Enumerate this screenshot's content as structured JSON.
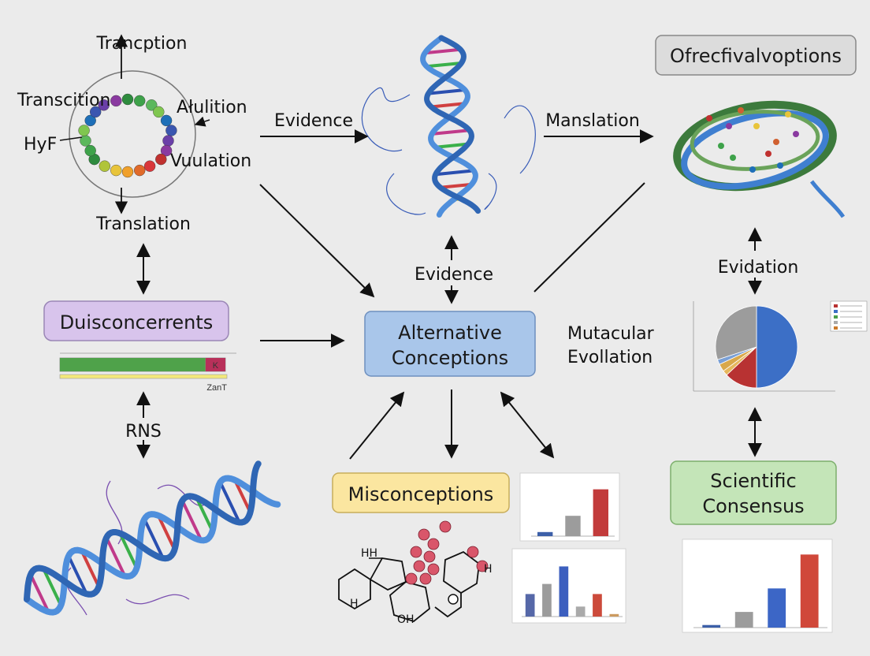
{
  "colors": {
    "background": "#ebebeb",
    "purple_box": "#d8c4ec",
    "blue_box": "#a9c6ea",
    "yellow_box": "#fbe6a0",
    "green_box": "#c4e5b8",
    "helix_blue": "#3f7fd0"
  },
  "top_left": {
    "label_top": "Trancption",
    "label_left": "Transcition",
    "label_right": "Ałulition",
    "label_hyf": "HyF",
    "label_vuulation": "Vuulation",
    "label_bottom": "Translation"
  },
  "arrows": {
    "evidence_top": "Evidence",
    "manslation": "Manslation",
    "evidence_center": "Evidence",
    "evidation": "Evidation",
    "rns": "RNS"
  },
  "boxes": {
    "duisconcerrents": "Duisconcerrents",
    "alternative_line1": "Alternative",
    "alternative_line2": "Conceptions",
    "misconceptions": "Misconceptions",
    "scientific_line1": "Scientific",
    "scientific_line2": "Consensus",
    "ofrecti": "Ofrecfivalvoptions"
  },
  "mutacular": {
    "line1": "Mutacular",
    "line2": "Evollation"
  },
  "progress_bar": {
    "green_fraction": 0.88,
    "red_label": "K",
    "caption": "ZanT"
  },
  "molecule_labels": {
    "h1": "HH",
    "h2": "H",
    "h3": "OH",
    "h4": "H"
  },
  "chart_data": [
    {
      "type": "pie",
      "slices": [
        {
          "value": 50,
          "color": "#3c6fc6"
        },
        {
          "value": 13,
          "color": "#b83232"
        },
        {
          "value": 2,
          "color": "#e6b75c"
        },
        {
          "value": 3,
          "color": "#d9a84a"
        },
        {
          "value": 2,
          "color": "#7aa0d6"
        },
        {
          "value": 30,
          "color": "#9c9c9c"
        }
      ],
      "legend_colors": [
        "#b83232",
        "#3c6fc6",
        "#4a9e4a",
        "#aaaaaa",
        "#cc7a2a"
      ]
    },
    {
      "type": "bar",
      "values": [
        2,
        10,
        23
      ],
      "colors": [
        "#3c5fa8",
        "#9c9c9c",
        "#c23b3b"
      ]
    },
    {
      "type": "bar",
      "values": [
        9,
        13,
        20,
        4,
        9,
        1
      ],
      "colors": [
        "#5668a8",
        "#9c9c9c",
        "#3c5fbf",
        "#aaaaaa",
        "#cc4a3b",
        "#cc9a60"
      ]
    },
    {
      "type": "bar",
      "values": [
        1,
        6,
        15,
        28
      ],
      "colors": [
        "#3c5fa8",
        "#9c9c9c",
        "#3c66c6",
        "#d0483a"
      ]
    }
  ]
}
